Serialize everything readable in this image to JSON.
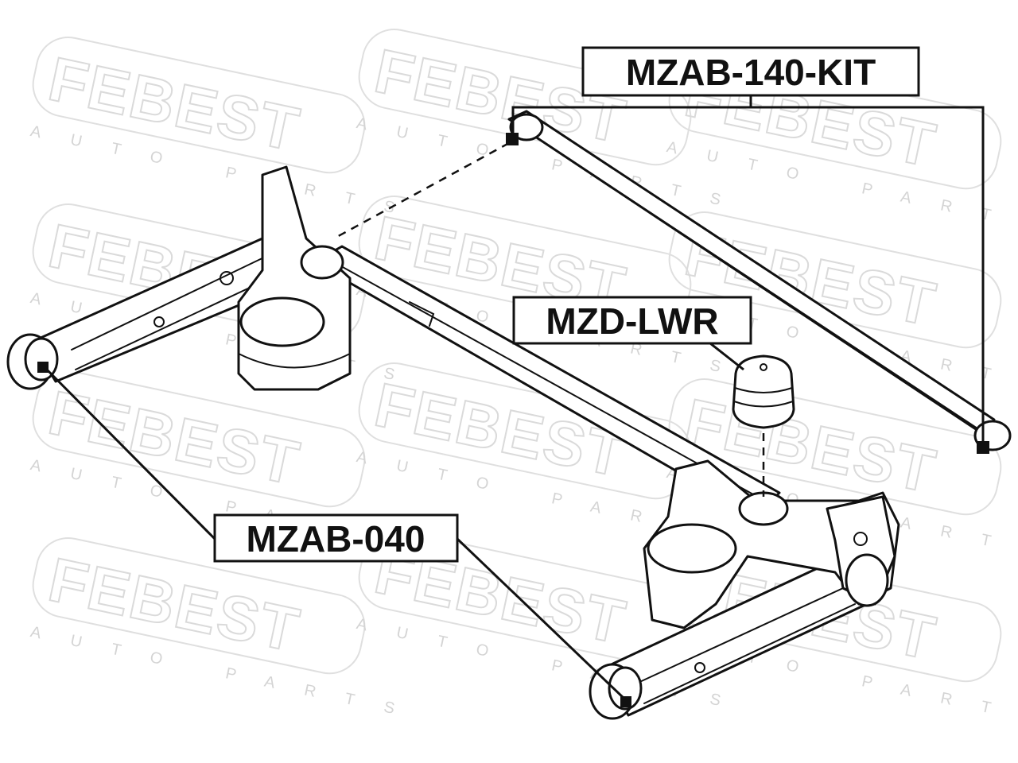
{
  "watermark": {
    "brand": "FEBEST",
    "tagline": "AUTO PARTS"
  },
  "labels": {
    "top_right": "MZAB-140-KIT",
    "middle_right": "MZD-LWR",
    "bottom_left": "MZAB-040"
  }
}
